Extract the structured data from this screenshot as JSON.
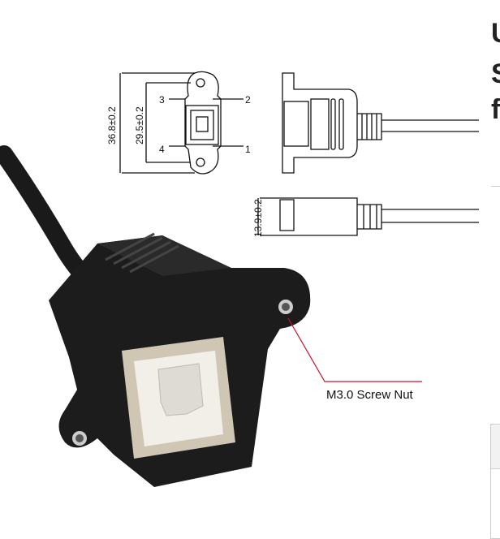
{
  "product_image": {
    "alt_label": "M3.0 Screw Nut",
    "dimensions": {
      "overall_height": "36.8±0.2",
      "hole_spacing": "29.5±0.2",
      "depth": "13.9±0.2"
    },
    "pin_labels": [
      "1",
      "2",
      "3",
      "4"
    ]
  },
  "title_fragments": [
    "U",
    "S",
    "f"
  ]
}
